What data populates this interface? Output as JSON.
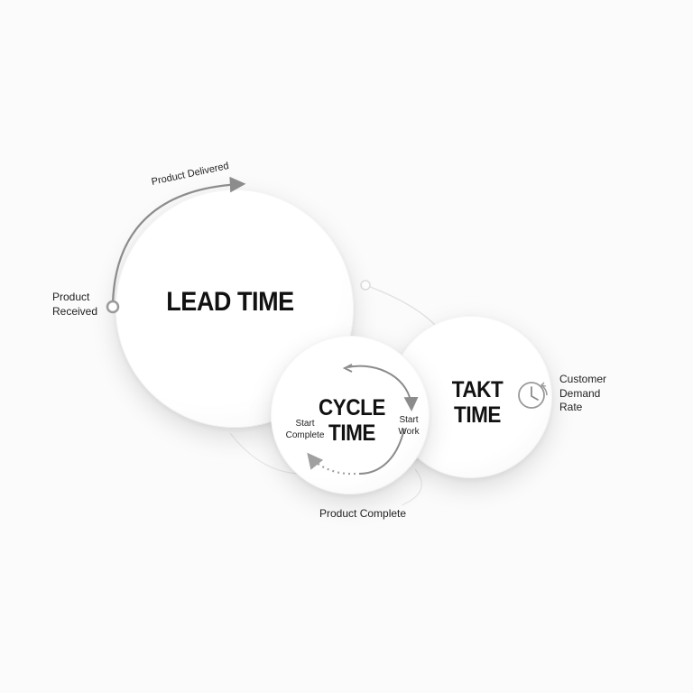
{
  "lead_time": {
    "title": "LEAD TIME",
    "start_label": "Product Received",
    "arrow_label": "Product Delivered"
  },
  "cycle_time": {
    "title_line1": "CYCLE",
    "title_line2": "TIME",
    "right_label": "Start Work",
    "left_label": "Start Complete",
    "bottom_label": "Product Complete"
  },
  "takt_time": {
    "title_line1": "TAKT",
    "title_line2": "TIME",
    "side_label_line1": "Customer",
    "side_label_line2": "Demand",
    "side_label_line3": "Rate",
    "icon": "clock-icon"
  },
  "colors": {
    "text": "#111111",
    "arrow": "#8c8c8c",
    "faint_line": "#dcdcdc"
  }
}
